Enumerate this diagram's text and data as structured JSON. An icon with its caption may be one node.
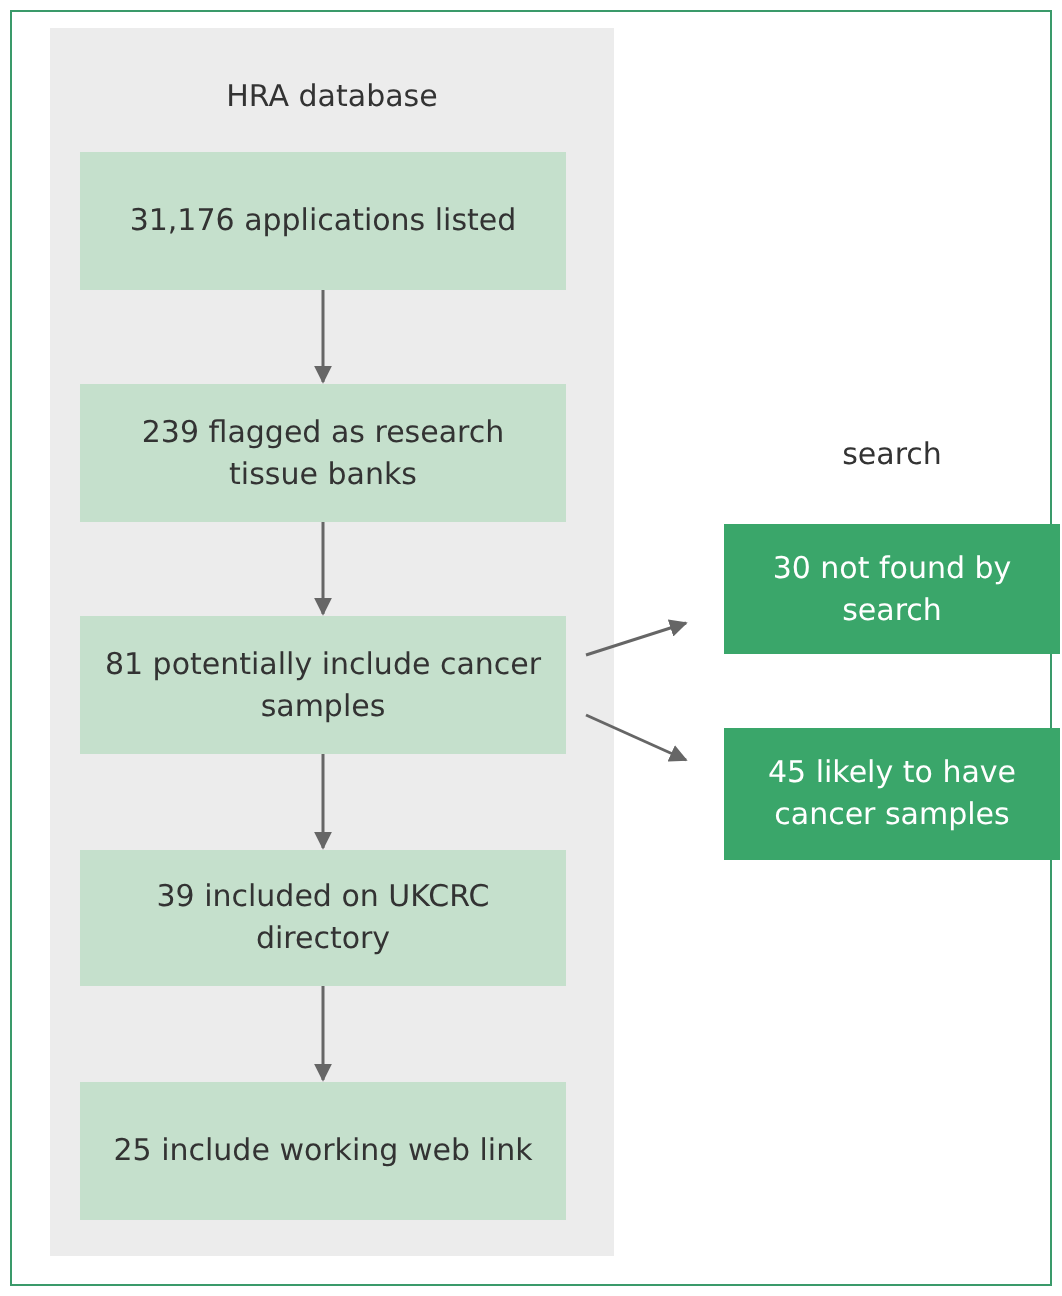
{
  "diagram": {
    "nodes": [
      {
        "text": [
          "HRA database"
        ]
      },
      {
        "text": [
          "31,176 applications listed"
        ],
        "in": 0
      },
      {
        "text": [
          "239 flagged as research tissue banks"
        ],
        "in": 0
      },
      {
        "text": [
          "81 potentially include cancer samples"
        ],
        "in": 0
      },
      {
        "text": [
          "39 included on UKCRC directory"
        ],
        "in": 0
      },
      {
        "text": [
          "25 include working web link"
        ],
        "in": 0
      },
      {
        "text": [
          "30 not found by search"
        ]
      },
      {
        "text": [
          "45 likely to have cancer samples"
        ]
      }
    ],
    "edges": [
      {
        "from": 1,
        "to": 2,
        "arrow": "to"
      },
      {
        "from": 2,
        "to": 3,
        "arrow": "to"
      },
      {
        "from": 3,
        "to": 4,
        "arrow": "to"
      },
      {
        "from": 4,
        "to": 5,
        "arrow": "to"
      },
      {
        "from": 3,
        "to": 6,
        "arrow": "to"
      },
      {
        "from": 3,
        "to": 7,
        "arrow": "to"
      }
    ],
    "labels": [
      "search"
    ]
  }
}
